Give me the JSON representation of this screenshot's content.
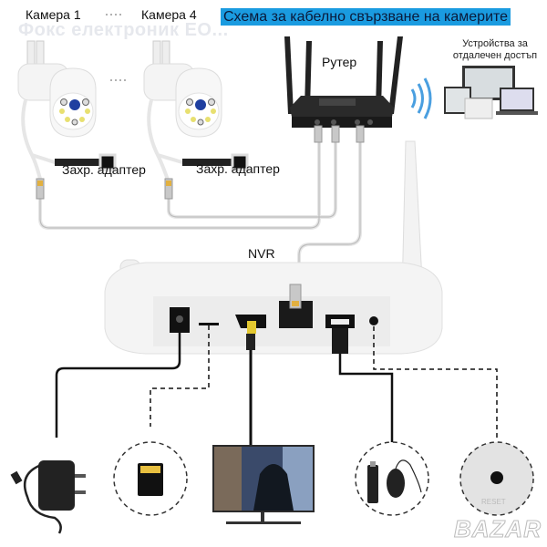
{
  "title": "Схема за кабелно свързване на камерите",
  "watermark": "Фокс електроник ЕО...",
  "cameras": [
    {
      "label": "Камера 1",
      "adapter_label": "Захр. адаптер"
    },
    {
      "label": "Камера 4",
      "adapter_label": "Захр. адаптер"
    }
  ],
  "camera_ellipsis": "·····",
  "router_label": "Рутер",
  "remote_access_label": "Устройства за отдалечен достъп",
  "nvr_label": "NVR",
  "peripherals": [
    {
      "name": "power-adapter"
    },
    {
      "name": "micro-sd-card"
    },
    {
      "name": "monitor-hdmi"
    },
    {
      "name": "usb-flash-and-mouse"
    },
    {
      "name": "reset-button",
      "caption": "RESET"
    }
  ],
  "brand_watermark": "BAZAR",
  "colors": {
    "title_bg": "#1a9be0",
    "wifi": "#4a9fe0"
  }
}
